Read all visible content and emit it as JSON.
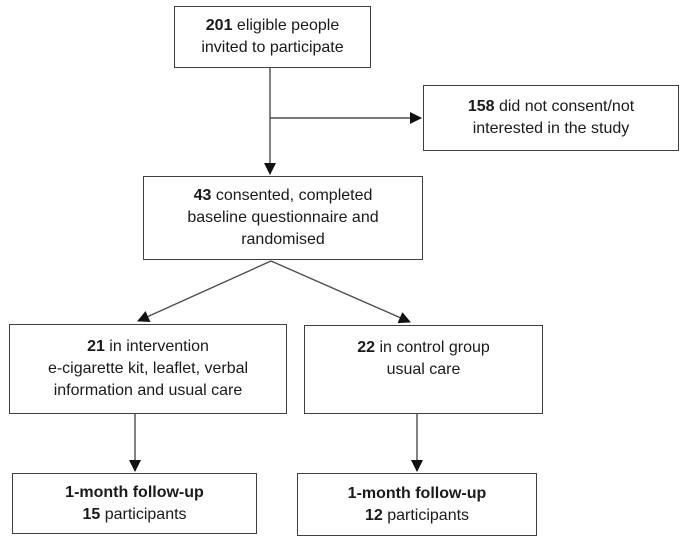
{
  "diagram": {
    "type": "participant-flowchart",
    "boxes": {
      "invited": {
        "number": "201",
        "line1_rest": " eligible people",
        "line2": "invited to participate"
      },
      "declined": {
        "number": "158",
        "line1_rest": " did not consent/not",
        "line2": "interested in the study"
      },
      "randomised": {
        "number": "43",
        "line1_rest": " consented, completed",
        "line2": "baseline questionnaire and",
        "line3": "randomised"
      },
      "intervention": {
        "number": "21",
        "line1_rest": " in intervention",
        "line2": "e-cigarette kit, leaflet, verbal",
        "line3": "information and usual care"
      },
      "control": {
        "number": "22",
        "line1_rest": " in control group",
        "line2": "usual care"
      },
      "followup_intervention": {
        "heading": "1-month follow-up",
        "number": "15",
        "line2_rest": " participants"
      },
      "followup_control": {
        "heading": "1-month follow-up",
        "number": "12",
        "line2_rest": " participants"
      }
    },
    "colors": {
      "background": "#ffffff",
      "border": "#404040",
      "line": "#4d4d4d",
      "arrowhead": "#111111",
      "text": "#1a1a1a"
    }
  }
}
